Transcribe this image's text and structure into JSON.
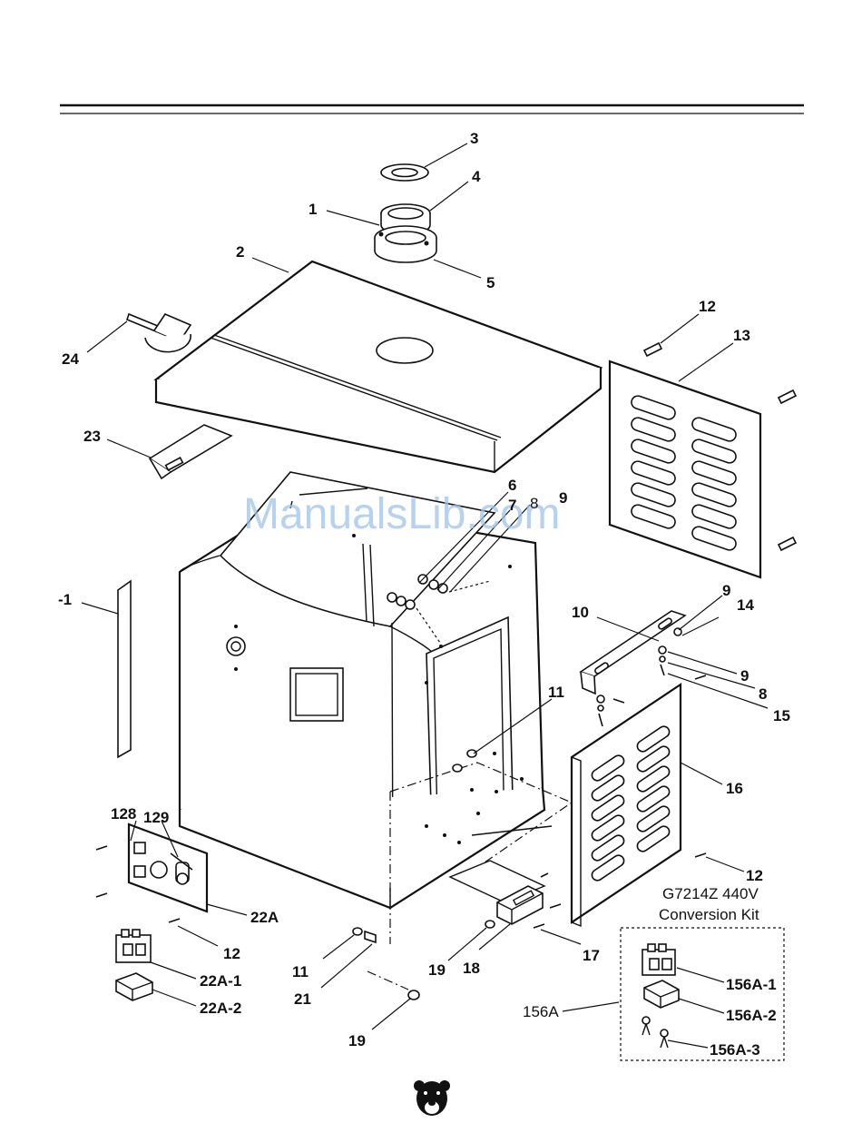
{
  "diagram": {
    "watermark": "ManualsLib.com",
    "kit_title": "G7214Z 440V",
    "kit_subtitle": "Conversion Kit",
    "labels": {
      "p1": "1",
      "p2": "2",
      "p3": "3",
      "p4": "4",
      "p5": "5",
      "p6": "6",
      "p7": "7",
      "p8a": "8",
      "p9a": "9",
      "p12a": "12",
      "p13": "13",
      "p24": "24",
      "p23": "23",
      "pm1": "-1",
      "p10": "10",
      "p9b": "9",
      "p14": "14",
      "p9c": "9",
      "p8b": "8",
      "p15": "15",
      "p11a": "11",
      "p16": "16",
      "p128": "128",
      "p129": "129",
      "p22A": "22A",
      "p12b": "12",
      "p22A1": "22A-1",
      "p22A2": "22A-2",
      "p11b": "11",
      "p21": "21",
      "p19a": "19",
      "p18": "18",
      "p17": "17",
      "p12c": "12",
      "p19b": "19",
      "p156A": "156A",
      "p156A1": "156A-1",
      "p156A2": "156A-2",
      "p156A3": "156A-3"
    },
    "icons": [
      "bear-logo-icon"
    ]
  }
}
